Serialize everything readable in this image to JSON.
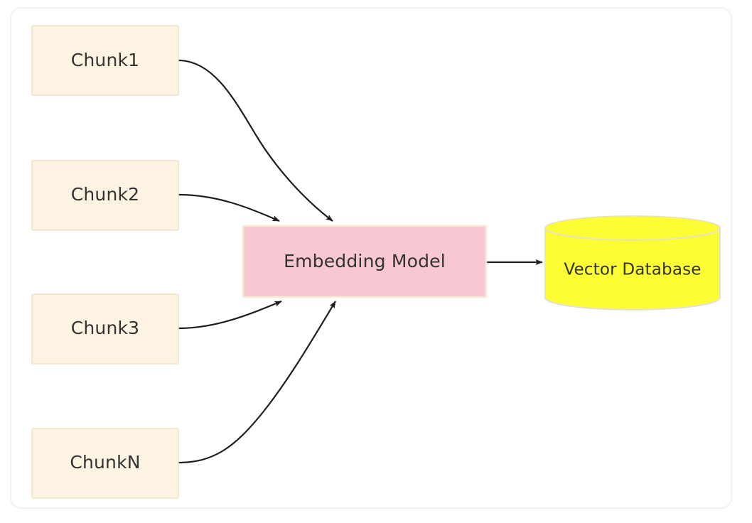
{
  "diagram": {
    "type": "flowchart",
    "title": "RAG indexing pipeline: chunks to embedding model to vector database",
    "direction": "left-to-right",
    "colors": {
      "chunk_fill": "#fdf3e3",
      "chunk_stroke": "#f0e2c8",
      "model_fill": "#f7c7d2",
      "model_stroke": "#f6ecd8",
      "database_fill": "#fdfd36",
      "database_stroke": "#e7dfd2",
      "edge_stroke": "#1f1f1f",
      "text": "#333333",
      "frame_border": "#f2f2f4",
      "background": "#ffffff"
    },
    "nodes": {
      "chunk1": {
        "label": "Chunk1",
        "shape": "rectangle"
      },
      "chunk2": {
        "label": "Chunk2",
        "shape": "rectangle"
      },
      "chunk3": {
        "label": "Chunk3",
        "shape": "rectangle"
      },
      "chunkN": {
        "label": "ChunkN",
        "shape": "rectangle"
      },
      "model": {
        "label": "Embedding Model",
        "shape": "rectangle"
      },
      "database": {
        "label": "Vector Database",
        "shape": "cylinder"
      }
    },
    "edges": [
      {
        "from": "Chunk1",
        "to": "Embedding Model",
        "style": "curved-arrow"
      },
      {
        "from": "Chunk2",
        "to": "Embedding Model",
        "style": "curved-arrow"
      },
      {
        "from": "Chunk3",
        "to": "Embedding Model",
        "style": "curved-arrow"
      },
      {
        "from": "ChunkN",
        "to": "Embedding Model",
        "style": "curved-arrow"
      },
      {
        "from": "Embedding Model",
        "to": "Vector Database",
        "style": "straight-arrow"
      }
    ]
  }
}
